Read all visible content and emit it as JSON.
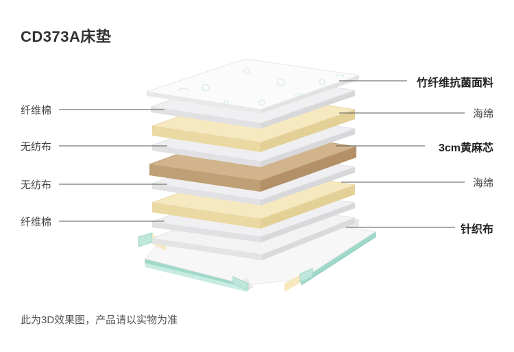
{
  "title": "CD373A床垫",
  "footnote": "此为3D效果图，产品请以实物为准",
  "colors": {
    "white_layer": "#fbfbfb",
    "gray_layer": "#efeff1",
    "yellow_layer": "#f6e9c0",
    "coir_layer": "#d2b48c",
    "knit_layer": "#f3f3f3",
    "frame_teal": "#9fd9c9",
    "leader_line": "#555555"
  },
  "labels_left": [
    {
      "text": "纤维棉"
    },
    {
      "text": "无纺布"
    },
    {
      "text": "无纺布"
    },
    {
      "text": "纤维棉"
    }
  ],
  "labels_right": [
    {
      "text": "竹纤维抗菌面料",
      "emphasis": true
    },
    {
      "text": "海绵",
      "emphasis": false
    },
    {
      "text": "3cm黄麻芯",
      "emphasis": true
    },
    {
      "text": "海绵",
      "emphasis": false
    },
    {
      "text": "针织布",
      "emphasis": true
    }
  ]
}
